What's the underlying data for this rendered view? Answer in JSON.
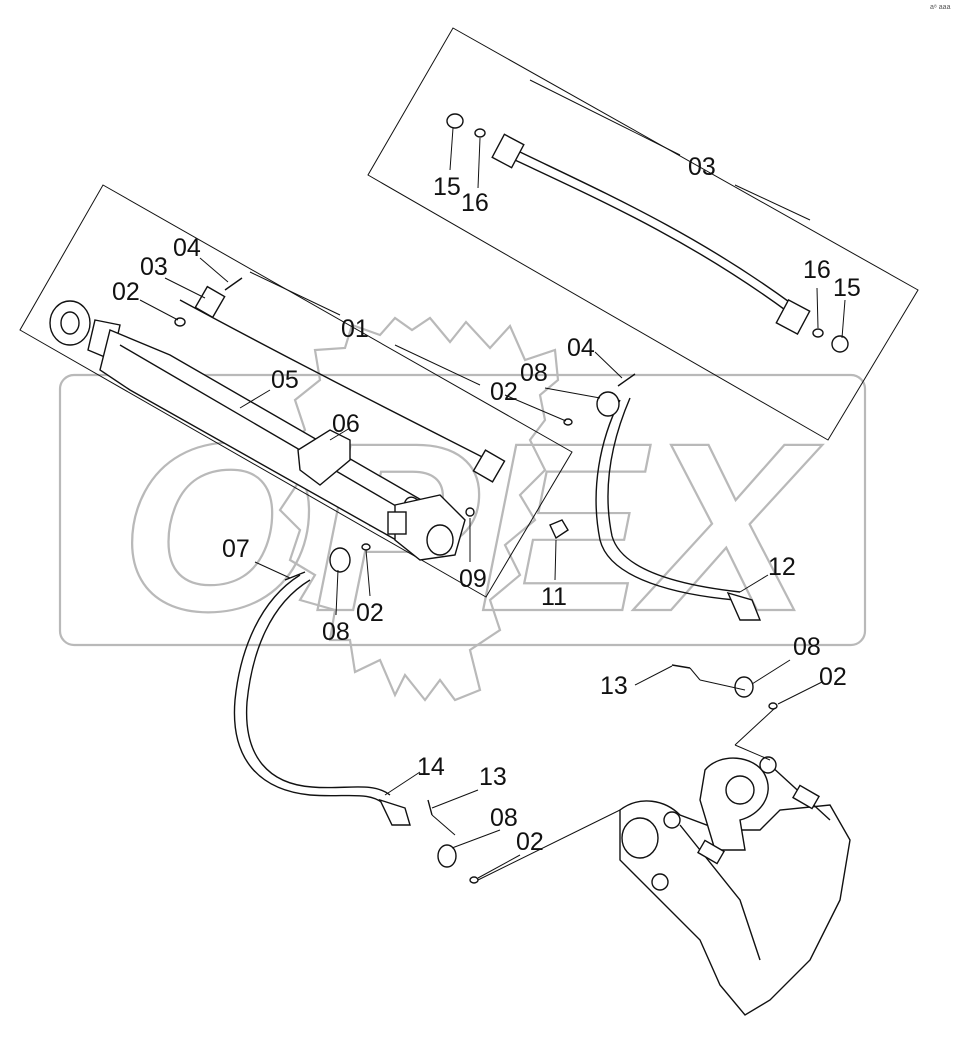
{
  "diagram": {
    "watermark": "OPEX",
    "corner_mark": "a⁸ aaa",
    "callouts": [
      {
        "id": "c01",
        "text": "01"
      },
      {
        "id": "c02a",
        "text": "02"
      },
      {
        "id": "c03a",
        "text": "03"
      },
      {
        "id": "c04a",
        "text": "04"
      },
      {
        "id": "c05",
        "text": "05"
      },
      {
        "id": "c06",
        "text": "06"
      },
      {
        "id": "c07",
        "text": "07"
      },
      {
        "id": "c08a",
        "text": "08"
      },
      {
        "id": "c02b",
        "text": "02"
      },
      {
        "id": "c09",
        "text": "09"
      },
      {
        "id": "c11",
        "text": "11"
      },
      {
        "id": "c02c",
        "text": "02"
      },
      {
        "id": "c08b",
        "text": "08"
      },
      {
        "id": "c04b",
        "text": "04"
      },
      {
        "id": "c03b",
        "text": "03"
      },
      {
        "id": "c15a",
        "text": "15"
      },
      {
        "id": "c16a",
        "text": "16"
      },
      {
        "id": "c16b",
        "text": "16"
      },
      {
        "id": "c15b",
        "text": "15"
      },
      {
        "id": "c12",
        "text": "12"
      },
      {
        "id": "c13a",
        "text": "13"
      },
      {
        "id": "c08c",
        "text": "08"
      },
      {
        "id": "c02d",
        "text": "02"
      },
      {
        "id": "c14",
        "text": "14"
      },
      {
        "id": "c13b",
        "text": "13"
      },
      {
        "id": "c08d",
        "text": "08"
      },
      {
        "id": "c02e",
        "text": "02"
      }
    ]
  }
}
